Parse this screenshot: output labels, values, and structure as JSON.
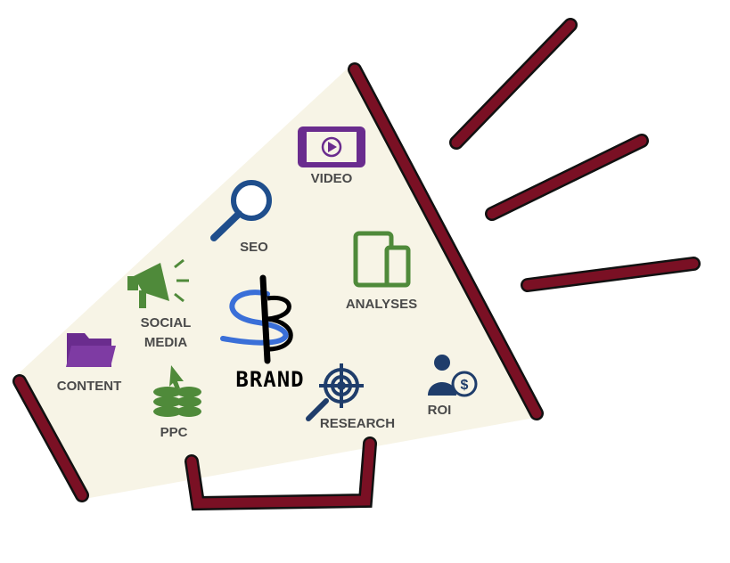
{
  "labels": {
    "video": "VIDEO",
    "seo": "SEO",
    "analyses": "ANALYSES",
    "social_media": "SOCIAL\nMEDIA",
    "social_line1": "SOCIAL",
    "social_line2": "MEDIA",
    "content": "CONTENT",
    "ppc": "PPC",
    "brand": "BRAND",
    "research": "RESEARCH",
    "roi": "ROI"
  },
  "colors": {
    "megaphone_stroke": "#7a1024",
    "cone_fill": "#f7f4e6",
    "purple": "#6a2c8e",
    "blue": "#1f4e8c",
    "green": "#4f8a3a",
    "navy": "#1f3d6b"
  }
}
